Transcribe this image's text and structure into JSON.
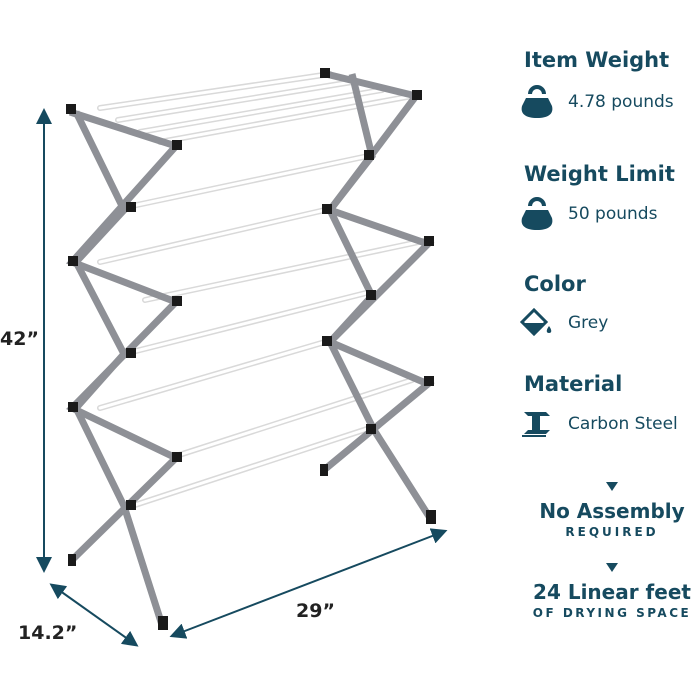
{
  "dimensions": {
    "height": "42”",
    "depth": "14.2”",
    "width": "29”"
  },
  "specs": {
    "item_weight": {
      "title": "Item Weight",
      "value": "4.78 pounds",
      "icon": "kettlebell-icon"
    },
    "weight_limit": {
      "title": "Weight Limit",
      "value": "50 pounds",
      "icon": "kettlebell-icon"
    },
    "color": {
      "title": "Color",
      "value": "Grey",
      "icon": "paint-bucket-icon"
    },
    "material": {
      "title": "Material",
      "value": "Carbon Steel",
      "icon": "steel-beam-icon"
    }
  },
  "callouts": {
    "assembly": {
      "big": "No Assembly",
      "small": "REQUIRED"
    },
    "drying": {
      "big": "24 Linear feet",
      "small": "OF DRYING SPACE"
    }
  },
  "colors": {
    "accent": "#164a5f",
    "frame": "#8e9096",
    "rod": "#f4f4f4"
  }
}
